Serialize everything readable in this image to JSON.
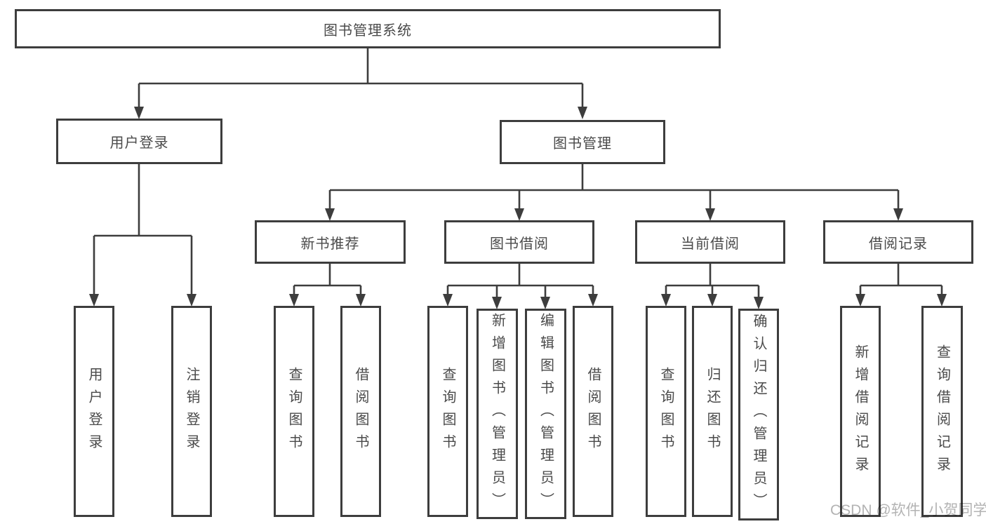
{
  "diagram": {
    "root": {
      "label": "图书管理系统"
    },
    "user_login": {
      "label": "用户登录",
      "children": [
        {
          "label": "用户登录"
        },
        {
          "label": "注销登录"
        }
      ]
    },
    "book_mgmt": {
      "label": "图书管理"
    },
    "new_books": {
      "label": "新书推荐",
      "children": [
        {
          "label": "查询图书"
        },
        {
          "label": "借阅图书"
        }
      ]
    },
    "borrowing": {
      "label": "图书借阅",
      "children": [
        {
          "label": "查询图书"
        },
        {
          "label": "新增图书（管理员）"
        },
        {
          "label": "编辑图书（管理员）"
        },
        {
          "label": "借阅图书"
        }
      ]
    },
    "current": {
      "label": "当前借阅",
      "children": [
        {
          "label": "查询图书"
        },
        {
          "label": "归还图书"
        },
        {
          "label": "确认归还（管理员）"
        }
      ]
    },
    "records": {
      "label": "借阅记录",
      "children": [
        {
          "label": "新增借阅记录"
        },
        {
          "label": "查询借阅记录"
        }
      ]
    }
  },
  "watermark": "CSDN @软件_小贺同学",
  "colors": {
    "line": "#3d3d3d",
    "box_border": "#3d3d3d",
    "text": "#4a4a4a",
    "watermark": "#b3b3b3",
    "background": "#ffffff"
  }
}
